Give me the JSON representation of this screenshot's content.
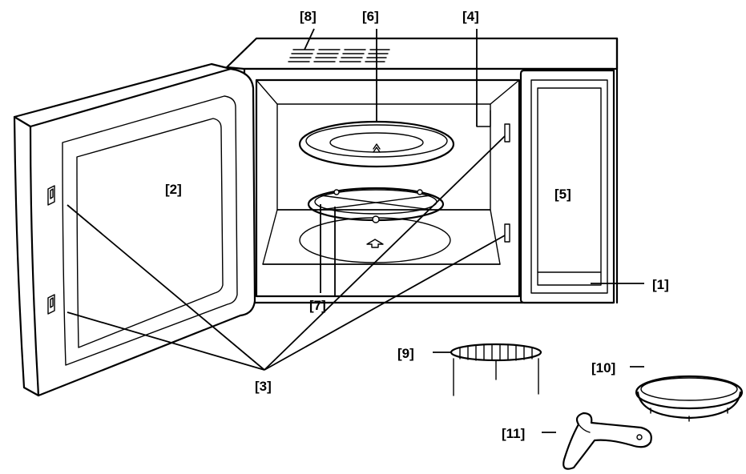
{
  "diagram": {
    "callouts": {
      "c1": "[1]",
      "c2": "[2]",
      "c3": "[3]",
      "c4": "[4]",
      "c5": "[5]",
      "c6": "[6]",
      "c7": "[7]",
      "c8": "[8]",
      "c9": "[9]",
      "c10": "[10]",
      "c11": "[11]"
    },
    "colors": {
      "line": "#000000",
      "background": "#ffffff"
    }
  }
}
